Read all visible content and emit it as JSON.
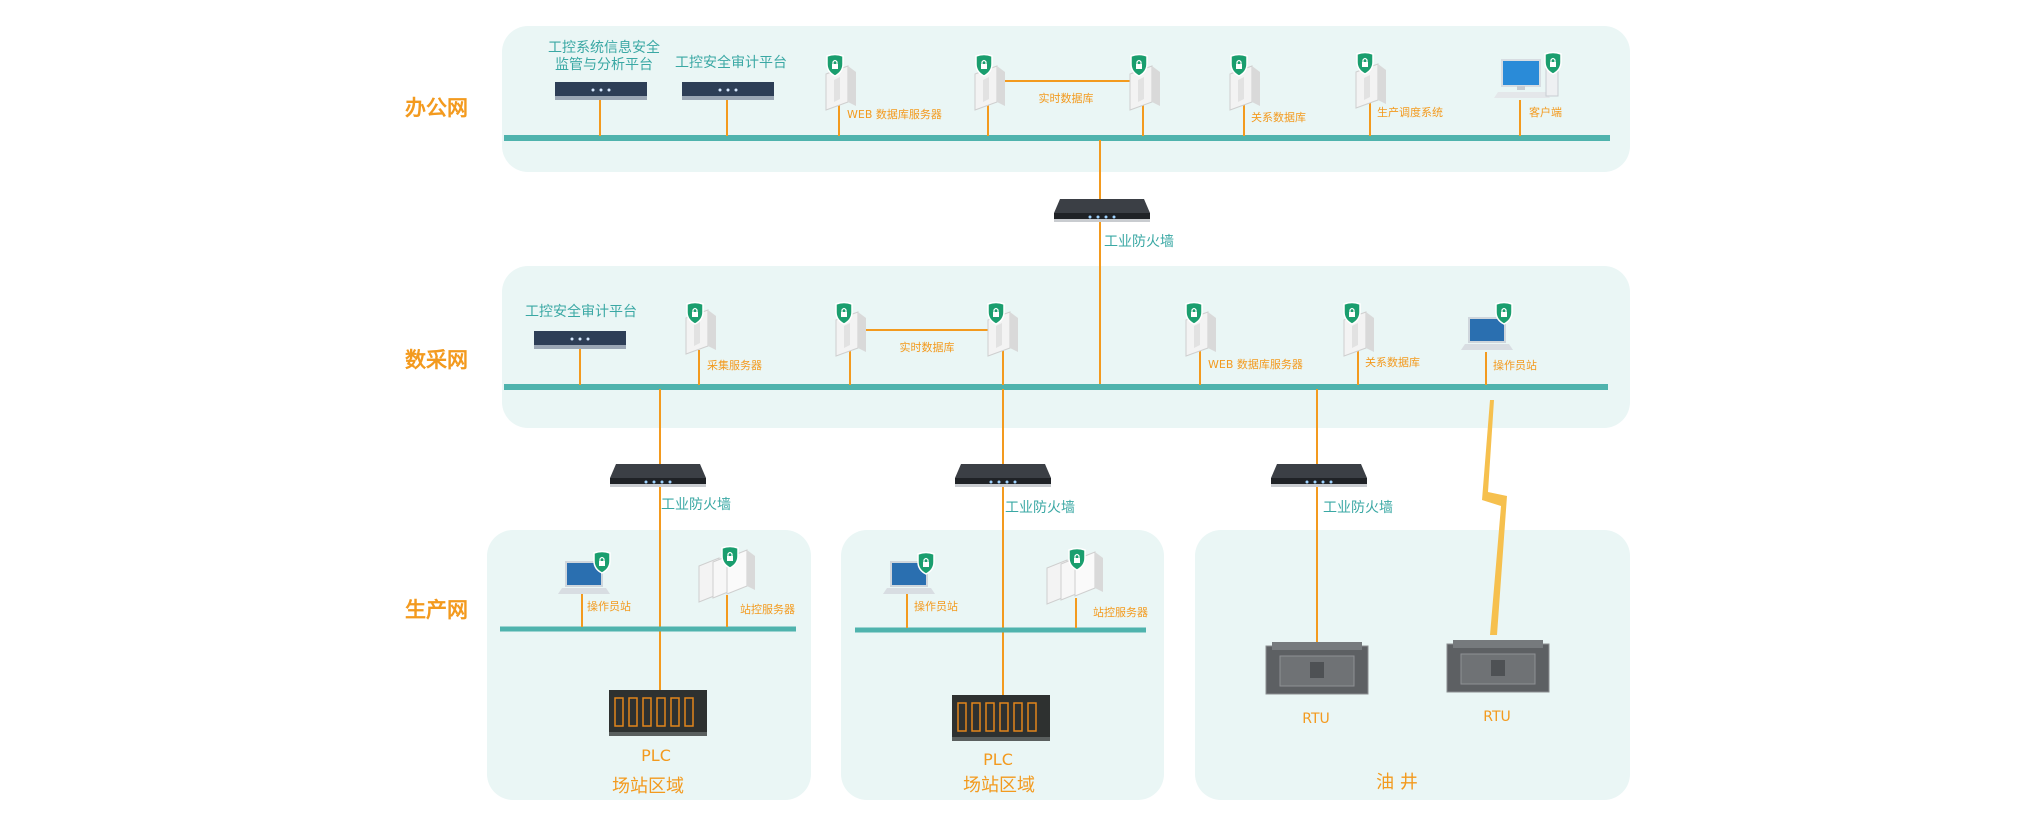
{
  "zones": {
    "office": "办公网",
    "data_collection": "数采网",
    "production": "生产网"
  },
  "office_net": {
    "ics_monitor_platform": "工控系统信息安全\n监管与分析平台",
    "audit_platform": "工控安全审计平台",
    "web_db_server": "WEB 数据库服务器",
    "realtime_db": "实时数据库",
    "relational_db": "关系数据库",
    "production_dispatch": "生产调度系统",
    "client": "客户端"
  },
  "firewall_label": "工业防火墙",
  "data_net": {
    "audit_platform": "工控安全审计平台",
    "collection_server": "采集服务器",
    "realtime_db": "实时数据库",
    "web_db_server": "WEB 数据库服务器",
    "relational_db": "关系数据库",
    "operator_station": "操作员站"
  },
  "production_net": {
    "station_area_1": {
      "operator_station": "操作员站",
      "station_server": "站控服务器",
      "plc": "PLC",
      "area": "场站区域"
    },
    "station_area_2": {
      "operator_station": "操作员站",
      "station_server": "站控服务器",
      "plc": "PLC",
      "area": "场站区域"
    },
    "oil_well": {
      "rtu_1": "RTU",
      "rtu_2": "RTU",
      "area": "油 井"
    }
  },
  "colors": {
    "zone_bg": "#eaf6f5",
    "bus": "#4fb3ad",
    "link": "#f39a1e",
    "label_teal": "#3aa8a4",
    "label_orange": "#f39a1e",
    "shield": "#1a9e6e"
  }
}
